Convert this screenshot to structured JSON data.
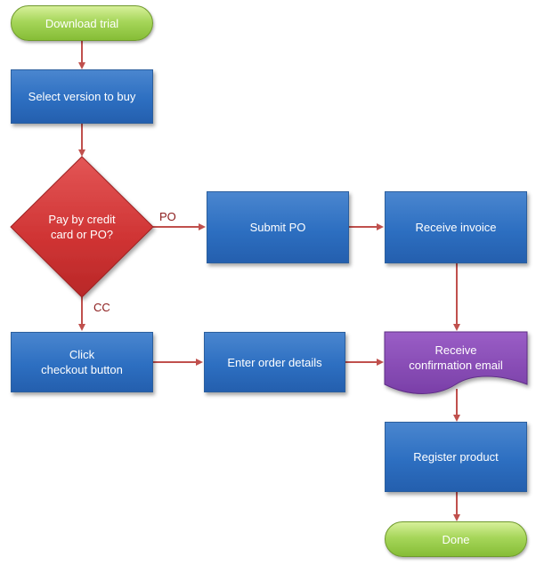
{
  "nodes": {
    "download_trial": "Download trial",
    "select_version": "Select version to buy",
    "decision": [
      "Pay by credit",
      "card or PO?"
    ],
    "submit_po": "Submit PO",
    "receive_invoice": "Receive invoice",
    "click_checkout": [
      "Click",
      "checkout button"
    ],
    "enter_order_details": "Enter order details",
    "receive_email": [
      "Receive",
      "confirmation email"
    ],
    "register_product": "Register product",
    "done": "Done"
  },
  "edge_labels": {
    "po": "PO",
    "cc": "CC"
  },
  "colors": {
    "terminal": "#9bcf4a",
    "process": "#2f72c4",
    "decision": "#d63b3b",
    "document": "#8a4bb8",
    "connector": "#c0504d",
    "edge_label": "#8b1a1a"
  }
}
